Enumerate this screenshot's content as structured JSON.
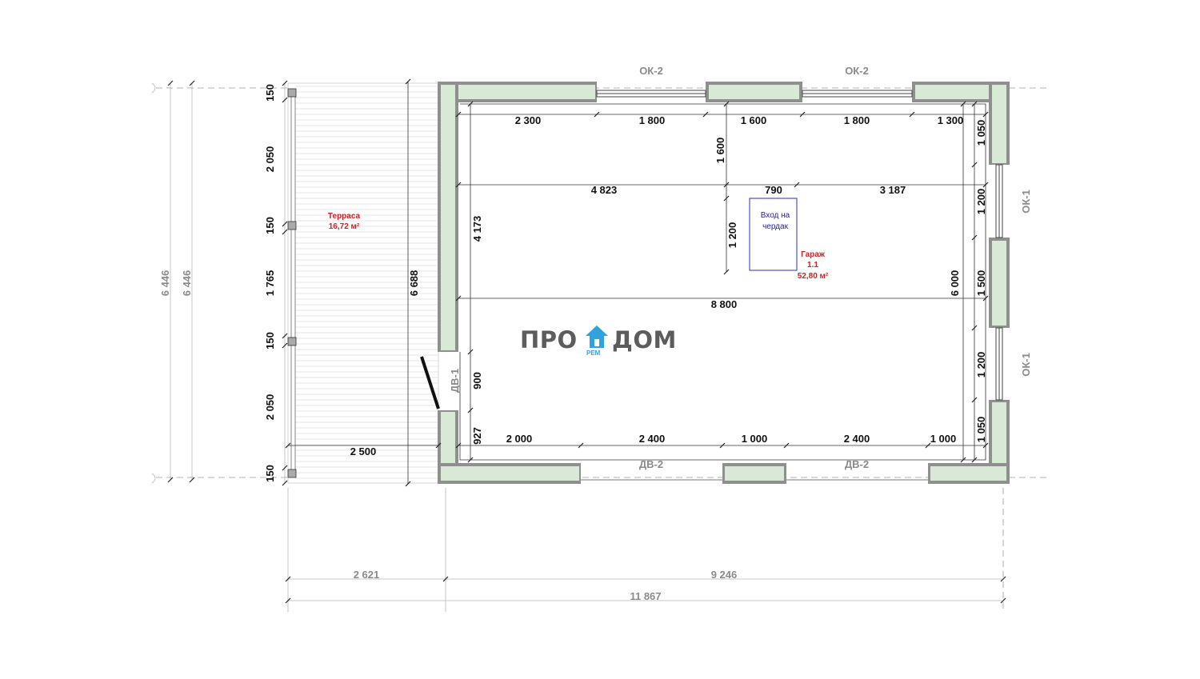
{
  "plan": {
    "rooms": [
      {
        "name": "Терраса",
        "area": "16,72 м²"
      },
      {
        "name": "Гараж",
        "number": "1.1",
        "area": "52,80 м²"
      }
    ],
    "attic_entry": {
      "line1": "Вход на",
      "line2": "чердак"
    },
    "window_marks": {
      "top": "ОК-2",
      "right": "ОК-1"
    },
    "door_marks": {
      "terrace": "ДВ-1",
      "bottom": "ДВ-2"
    },
    "dims": {
      "top_chain": [
        "2 300",
        "1 800",
        "1 600",
        "1 800",
        "1 300"
      ],
      "inner_h1": [
        "4 823",
        "790",
        "3 187"
      ],
      "inner_width": "8 800",
      "bottom_chain": [
        "2 000",
        "2 400",
        "1 000",
        "2 400",
        "1 000"
      ],
      "right_chain": [
        "1 050",
        "1 200",
        "1 500",
        "1 200",
        "1 050"
      ],
      "terrace_chain": [
        "150",
        "2 050",
        "150",
        "1 765",
        "150",
        "2 050",
        "150"
      ],
      "overall_left_1": "6 446",
      "overall_left_2": "6 446",
      "terrace_depth": "6 688",
      "terrace_width": "2 500",
      "inner_height": "6 000",
      "left_wall_upper": "4 173",
      "door_opening": "900",
      "left_wall_lower": "927",
      "attic_top": "1 600",
      "attic_height": "1 200",
      "bottom_terrace": "2 621",
      "bottom_garage": "9 246",
      "bottom_total": "11 867"
    }
  },
  "brand": {
    "left": "ПРО",
    "right": "ДОМ",
    "sub": "РЕМ"
  },
  "colors": {
    "wall_fill": "#d8ead6",
    "label_red": "#d21f1f",
    "label_blue": "#1c1cc0",
    "brand_blue": "#2ea3e0",
    "brand_grey": "#5c5c5c"
  }
}
